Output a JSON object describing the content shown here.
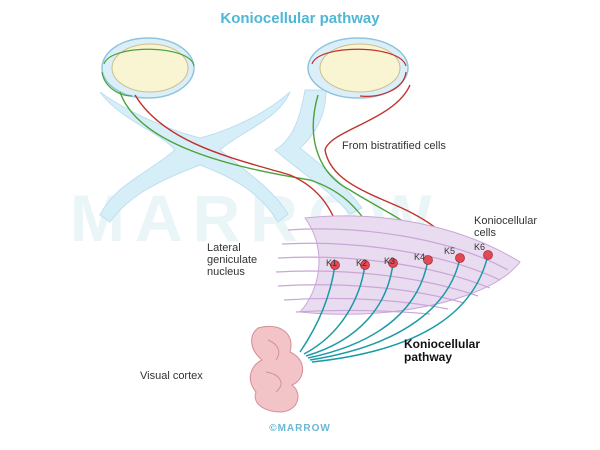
{
  "title": "Koniocellular pathway",
  "watermark": "MARROW",
  "labels": {
    "bistratified": "From bistratified cells",
    "konio_cells_1": "Koniocellular",
    "konio_cells_2": "cells",
    "lgn_1": "Lateral",
    "lgn_2": "geniculate",
    "lgn_3": "nucleus",
    "pathway_1": "Koniocellular",
    "pathway_2": "pathway",
    "visual_cortex": "Visual cortex"
  },
  "layers": [
    "K1",
    "K2",
    "K3",
    "K4",
    "K5",
    "K6"
  ],
  "copyright": "©MARROW",
  "colors": {
    "title": "#4fb7d4",
    "optic_tract": "#d6eef8",
    "eye_fill": "#f9f4d2",
    "lgn_fill": "#eadcf0",
    "green_fiber": "#4aa33a",
    "red_fiber": "#c0322b",
    "teal_fiber": "#1a9aa6",
    "node": "#e14a55",
    "cortex": "#f2c3c7"
  }
}
